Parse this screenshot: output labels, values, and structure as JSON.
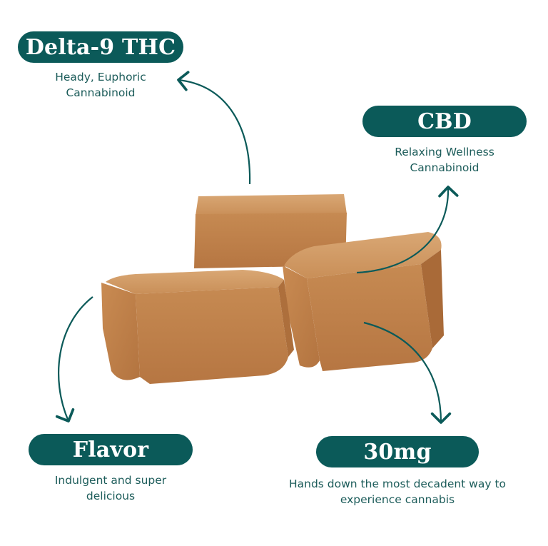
{
  "callouts": {
    "thc": {
      "title": "Delta-9 THC",
      "desc_line1": "Heady, Euphoric",
      "desc_line2": "Cannabinoid"
    },
    "cbd": {
      "title": "CBD",
      "desc_line1": "Relaxing Wellness",
      "desc_line2": "Cannabinoid"
    },
    "flavor": {
      "title": "Flavor",
      "desc_line1": "Indulgent and super",
      "desc_line2": "delicious"
    },
    "dose": {
      "title": "30mg",
      "desc_line1": "Hands down the most decadent way to",
      "desc_line2": "experience cannabis"
    }
  },
  "colors": {
    "accent": "#0b5a59",
    "text": "#1c5c5a",
    "caramel": "#c98f58"
  },
  "image": {
    "subject": "caramel-chew-cubes-illustration"
  }
}
